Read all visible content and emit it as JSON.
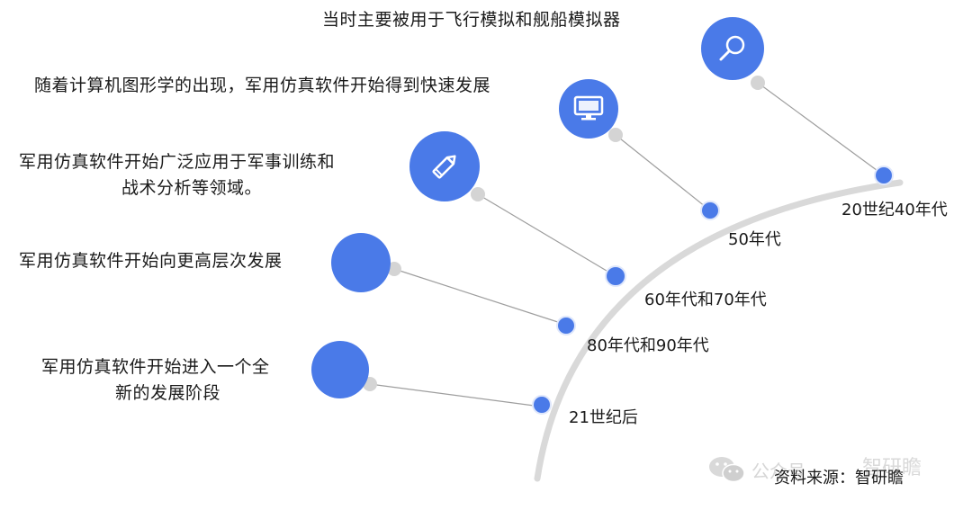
{
  "milestones": [
    {
      "era": "20世纪40年代",
      "text": [
        "当时主要被用于飞行模拟和舰船模拟器"
      ],
      "icon": "search-icon"
    },
    {
      "era": "50年代",
      "text": [
        "随着计算机图形学的出现，军用仿真软件开始得到快速发展"
      ],
      "icon": "monitor-icon"
    },
    {
      "era": "60年代和70年代",
      "text": [
        "军用仿真软件开始广泛应用于军事训练和",
        "战术分析等领域。"
      ],
      "icon": "pencil-icon"
    },
    {
      "era": "80年代和90年代",
      "text": [
        "军用仿真软件开始向更高层次发展"
      ],
      "icon": "blank-icon"
    },
    {
      "era": "21世纪后",
      "text": [
        "军用仿真软件开始进入一个全",
        "新的发展阶段"
      ],
      "icon": "blank-icon"
    }
  ],
  "source_label": "资料来源：智研瞻",
  "watermark": {
    "left": "公众号",
    "right": "智研瞻"
  },
  "colors": {
    "accent": "#4a7ae8",
    "arc": "#d9d9d9",
    "connector": "#9e9e9e",
    "knob": "#d4d4d4"
  }
}
